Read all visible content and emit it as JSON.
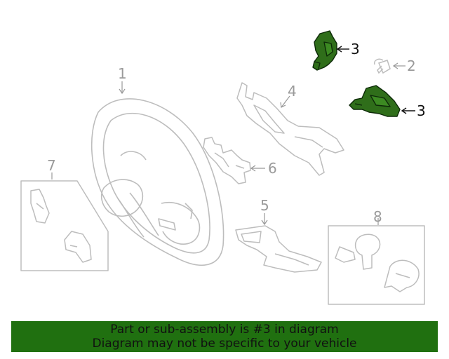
{
  "callouts": {
    "c1": "1",
    "c2": "2",
    "c3a": "3",
    "c3b": "3",
    "c4": "4",
    "c5": "5",
    "c6": "6",
    "c7": "7",
    "c8": "8"
  },
  "banner": {
    "line1": "Part or sub-assembly is #3 in diagram",
    "line2": "Diagram may not be specific to your vehicle"
  },
  "colors": {
    "highlight": "#2f6e1a",
    "banner": "#207010",
    "outline": "#b8b8b8"
  }
}
